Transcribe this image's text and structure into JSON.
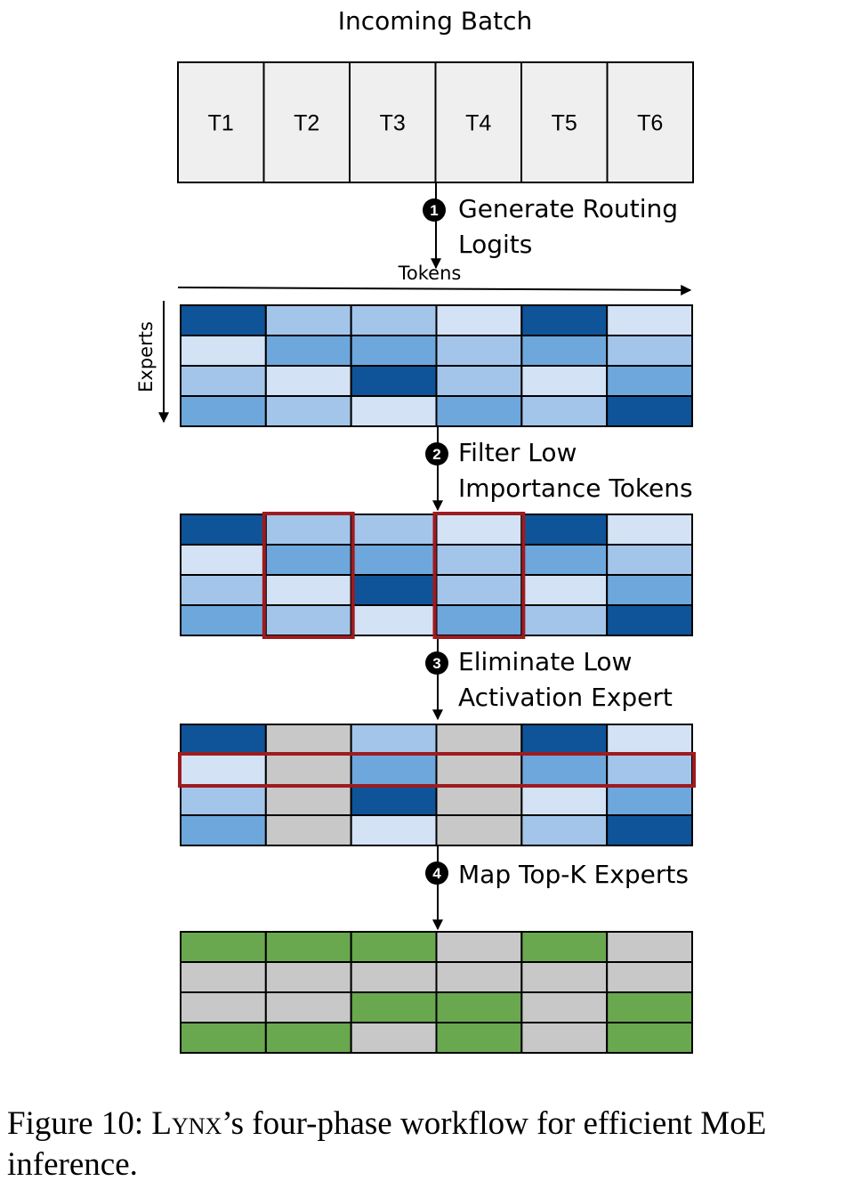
{
  "title": "Incoming Batch",
  "batch": {
    "tokens": [
      "T1",
      "T2",
      "T3",
      "T4",
      "T5",
      "T6"
    ]
  },
  "axes": {
    "tokens_label": "Tokens",
    "experts_label": "Experts"
  },
  "steps": [
    {
      "number": "1",
      "lines": [
        "Generate Routing",
        "Logits"
      ]
    },
    {
      "number": "2",
      "lines": [
        "Filter Low",
        "Importance Tokens"
      ]
    },
    {
      "number": "3",
      "lines": [
        "Eliminate Low",
        "Activation Expert"
      ]
    },
    {
      "number": "4",
      "lines": [
        "Map Top-K Experts"
      ]
    }
  ],
  "colors": {
    "level_0": "#d3e2f4",
    "level_1": "#a3c5ea",
    "level_2": "#6ea7dc",
    "level_3": "#0f5498",
    "eliminated": "#c8c8c8",
    "selected": "#69a84f",
    "highlight": "#9e1b1f",
    "batch_fill": "#efefef"
  },
  "grids": {
    "routing_logits": [
      [
        3,
        1,
        1,
        0,
        3,
        0
      ],
      [
        0,
        2,
        2,
        1,
        2,
        1
      ],
      [
        1,
        0,
        3,
        1,
        0,
        2
      ],
      [
        2,
        1,
        0,
        2,
        1,
        3
      ]
    ],
    "filtered": [
      [
        3,
        1,
        1,
        0,
        3,
        0
      ],
      [
        0,
        2,
        2,
        1,
        2,
        1
      ],
      [
        1,
        0,
        3,
        1,
        0,
        2
      ],
      [
        2,
        1,
        0,
        2,
        1,
        3
      ]
    ],
    "filtered_highlight_columns": [
      2,
      4
    ],
    "eliminated": [
      [
        3,
        "E",
        1,
        "E",
        3,
        0
      ],
      [
        0,
        "E",
        2,
        "E",
        2,
        1
      ],
      [
        1,
        "E",
        3,
        "E",
        0,
        2
      ],
      [
        2,
        "E",
        0,
        "E",
        1,
        3
      ]
    ],
    "eliminated_highlight_rows": [
      2
    ],
    "topk": [
      [
        "S",
        "S",
        "S",
        "E",
        "S",
        "E"
      ],
      [
        "E",
        "E",
        "E",
        "E",
        "E",
        "E"
      ],
      [
        "E",
        "E",
        "S",
        "S",
        "E",
        "S"
      ],
      [
        "S",
        "S",
        "E",
        "S",
        "E",
        "S"
      ]
    ]
  },
  "caption": {
    "prefix": "Figure 10: ",
    "system": "Lynx",
    "text": "’s four-phase workflow for efficient MoE inference."
  }
}
